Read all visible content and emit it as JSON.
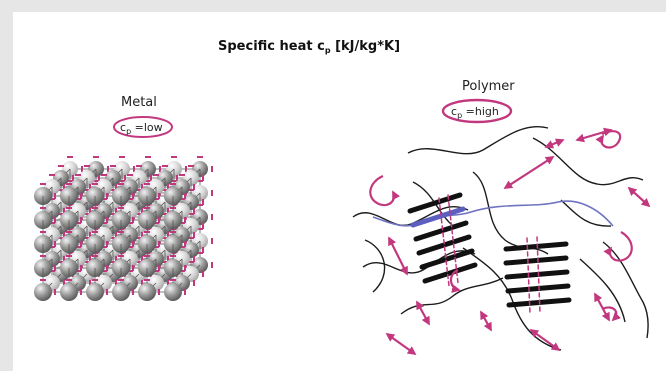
{
  "title": {
    "main": "Specific heat c",
    "sub": "p",
    "unit": " [kJ/kg*K]"
  },
  "metal": {
    "label": "Metal",
    "badge_symbol": "c",
    "badge_sub": "p",
    "badge_value": " =low"
  },
  "polymer": {
    "label": "Polymer",
    "badge_symbol": "c",
    "badge_sub": "p",
    "badge_value": " =high"
  },
  "colors": {
    "accent": "#c2387f",
    "blue_chain": "#6f73c2",
    "atom_dark": "#8a8a8a",
    "atom_light": "#d5d5d5",
    "ink": "#1c1c1c"
  }
}
